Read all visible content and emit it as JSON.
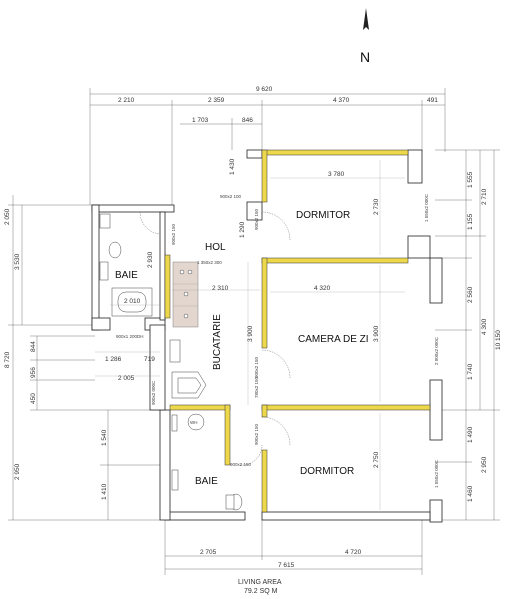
{
  "north_label": "N",
  "rooms": {
    "dormitor_top": "DORMITOR",
    "hol": "HOL",
    "baie_top": "BAIE",
    "bucatarie": "BUCATARIE",
    "camera_de_zi": "CAMERA DE ZI",
    "dormitor_bottom": "DORMITOR",
    "baie_bottom": "BAIE",
    "wh": "WH"
  },
  "dims_top": {
    "total": "9 620",
    "d2210": "2 210",
    "d2359": "2 359",
    "d4370": "4 370",
    "d491": "491",
    "d1703": "1 703",
    "d846": "846"
  },
  "dims_bottom": {
    "d2705": "2 705",
    "d4720": "4 720",
    "total": "7 615"
  },
  "dims_left": {
    "d3530": "3 530",
    "d2050": "2 050",
    "d8720": "8 720",
    "d844": "844",
    "d956": "956",
    "d450": "450",
    "d2950": "2 950",
    "d1540": "1 540",
    "d1410": "1 410"
  },
  "dims_right": {
    "d1555": "1 555",
    "d2710": "2 710",
    "d1155": "1 155",
    "d2560": "2 560",
    "d4300": "4 300",
    "d10150": "10 150",
    "d1740": "1 740",
    "d1490": "1 490",
    "d2950": "2 950",
    "d1460": "1 460"
  },
  "dims_inner": {
    "d3780": "3 780",
    "d2730": "2 730",
    "d1430": "1 430",
    "d1290": "1 290",
    "d2930": "2 930",
    "d2310": "2 310",
    "d4320": "4 320",
    "d3900a": "3 900",
    "d3900b": "3 900",
    "d2010": "2 010",
    "d1286": "1 286",
    "d719": "719",
    "d2005": "2 005",
    "d2750": "2 750"
  },
  "openings": {
    "w900x2100": "900x2 100",
    "w900x2150a": "900x2 150",
    "w1350x2300": "1 350x2 300",
    "w1550x2000c": "1 550x2 000C",
    "w2000x2000c": "2 000x2 000C",
    "w900x2000h": "900x1 200DH",
    "w1550x2000b": "1 550x2 000C",
    "w900x2150b": "900x2 150",
    "w780x2150": "780x2 150",
    "w900x2150c": "900x2 150",
    "w900x2150d": "900x2 150",
    "w900x2000c": "900x2 000C",
    "w900x2150e": "900x2 150"
  },
  "footer": {
    "label": "LIVING AREA",
    "value": "79.2 SQ M"
  }
}
